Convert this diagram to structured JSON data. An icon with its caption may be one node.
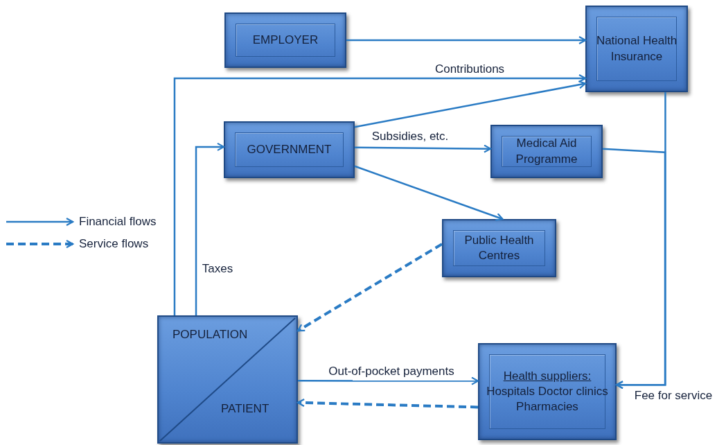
{
  "diagram": {
    "nodes": [
      {
        "text": [
          "EMPLOYER"
        ]
      },
      {
        "text": [
          "National Health Insurance"
        ]
      },
      {
        "text": [
          "GOVERNMENT"
        ]
      },
      {
        "text": [
          "Medical Aid Programme"
        ]
      },
      {
        "text": [
          "Public Health Centres"
        ]
      },
      {
        "text": [
          "POPULATION",
          "PATIENT"
        ]
      },
      {
        "text": [
          "Health suppliers:",
          "Hospitals Doctor clinics Pharmacies"
        ]
      }
    ],
    "edges": [
      {
        "from": 0,
        "to": 1,
        "arrow": "to"
      },
      {
        "from": 5,
        "to": 1,
        "arrow": "to",
        "label": "Contributions"
      },
      {
        "from": 2,
        "to": 1,
        "arrow": "to"
      },
      {
        "from": 2,
        "to": 3,
        "arrow": "to",
        "label": "Subsidies, etc."
      },
      {
        "from": 2,
        "to": 4,
        "arrow": "to"
      },
      {
        "from": 5,
        "to": 2,
        "arrow": "to",
        "label": "Taxes"
      },
      {
        "from": 4,
        "to": 5,
        "arrow": "to",
        "style": "dashed"
      },
      {
        "from": 5,
        "to": 6,
        "arrow": "to",
        "label": "Out-of-pocket payments"
      },
      {
        "from": 6,
        "to": 5,
        "arrow": "to",
        "style": "dashed"
      },
      {
        "from": 1,
        "to": 6,
        "arrow": "to",
        "label": "Fee for service"
      },
      {
        "from": 3,
        "to": 6,
        "arrow": "to"
      }
    ],
    "legend": [
      {
        "text": "Financial flows"
      },
      {
        "text": "Service flows"
      }
    ]
  }
}
